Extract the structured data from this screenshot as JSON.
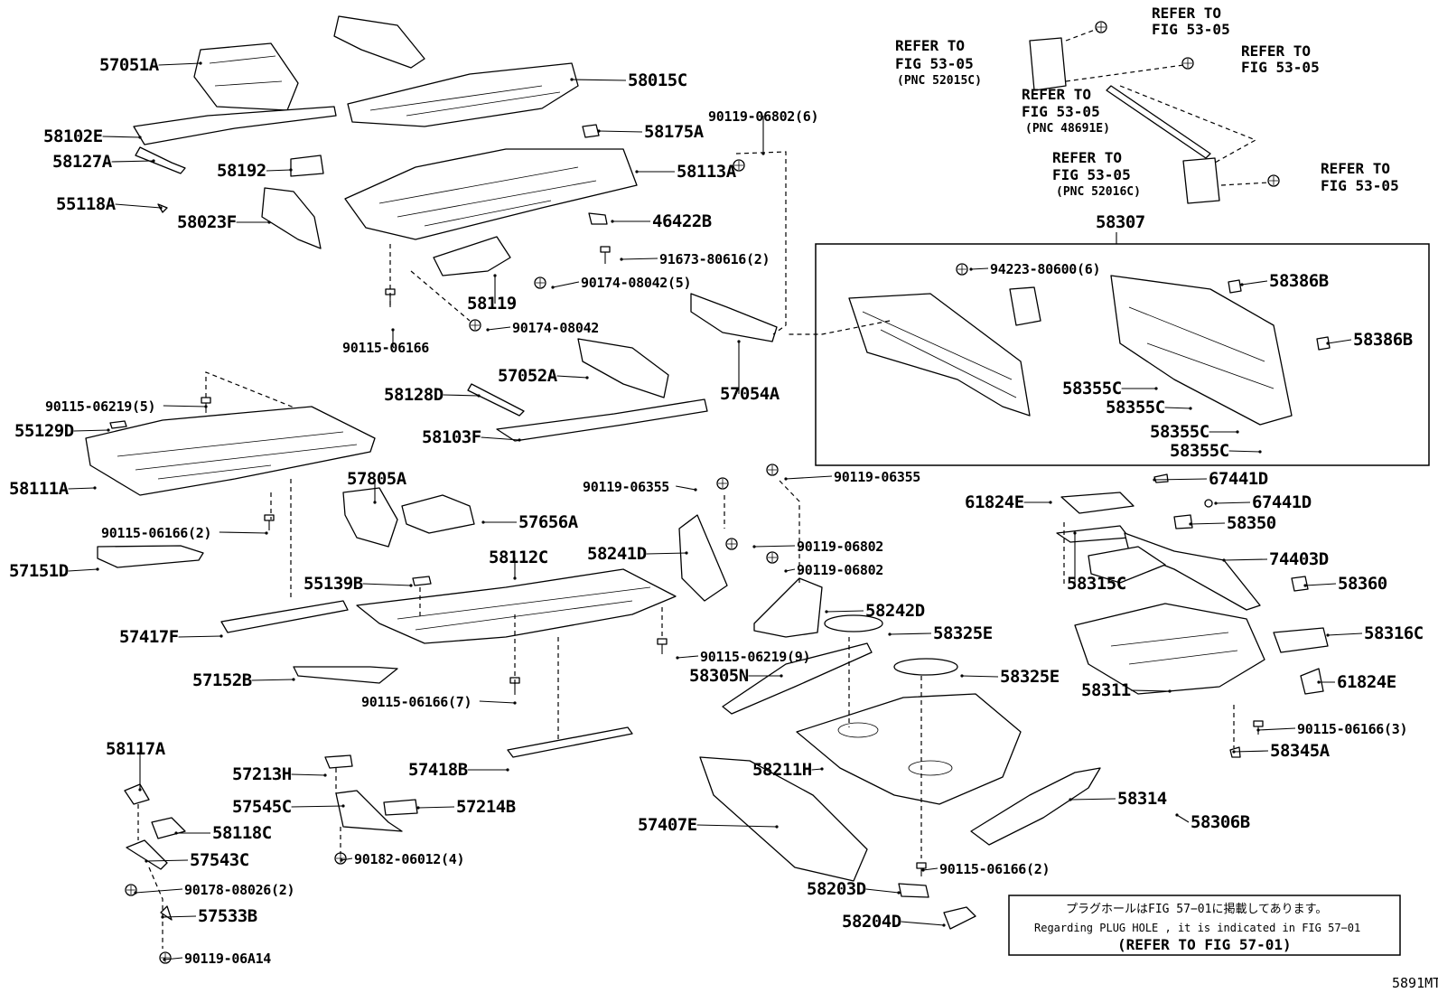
{
  "diagram_code": "5891MT",
  "note": {
    "japanese": "プラグホールはFIG 57−01に掲載してあります。",
    "english": "Regarding PLUG HOLE , it is indicated in FIG 57−01",
    "refer": "(REFER TO FIG 57-01)"
  },
  "references": {
    "r1": [
      "REFER TO",
      "FIG 53-05"
    ],
    "r2": [
      "REFER TO",
      "FIG 53-05",
      "(PNC 52015C)"
    ],
    "r3": [
      "REFER TO",
      "FIG 53-05"
    ],
    "r4": [
      "REFER TO",
      "FIG 53-05",
      "(PNC 48691E)"
    ],
    "r5": [
      "REFER TO",
      "FIG 53-05",
      "(PNC 52016C)"
    ],
    "r6": [
      "REFER TO",
      "FIG 53-05"
    ]
  },
  "group_label": "58307",
  "parts": [
    "57051A",
    "58015C",
    "58102E",
    "58127A",
    "58192",
    "55118A",
    "58023F",
    "58175A",
    "58113A",
    "90119-06802(6)",
    "46422B",
    "91673-80616(2)",
    "58119",
    "90174-08042(5)",
    "90174-08042",
    "90115-06166",
    "57052A",
    "57054A",
    "58128D",
    "58103F",
    "90115-06219(5)",
    "55129D",
    "58111A",
    "90115-06166(2)",
    "57805A",
    "57656A",
    "57151D",
    "55139B",
    "58112C",
    "90119-06355",
    "58241D",
    "90119-06355",
    "90119-06802",
    "90119-06802",
    "58242D",
    "58325E",
    "57417F",
    "90115-06219(9)",
    "58305N",
    "57152B",
    "90115-06166(7)",
    "58325E",
    "57418B",
    "58211H",
    "58117A",
    "57213H",
    "57545C",
    "57214B",
    "58118C",
    "57543C",
    "90182-06012(4)",
    "90178-08026(2)",
    "57533B",
    "90119-06A14",
    "57407E",
    "58203D",
    "58204D",
    "58314",
    "58306B",
    "90115-06166(2)",
    "94223-80600(6)",
    "58386B",
    "58386B",
    "58355C",
    "58355C",
    "58355C",
    "58355C",
    "67441D",
    "61824E",
    "67441D",
    "58350",
    "74403D",
    "58315C",
    "58360",
    "58316C",
    "58311",
    "61824E",
    "90115-06166(3)",
    "58345A"
  ]
}
